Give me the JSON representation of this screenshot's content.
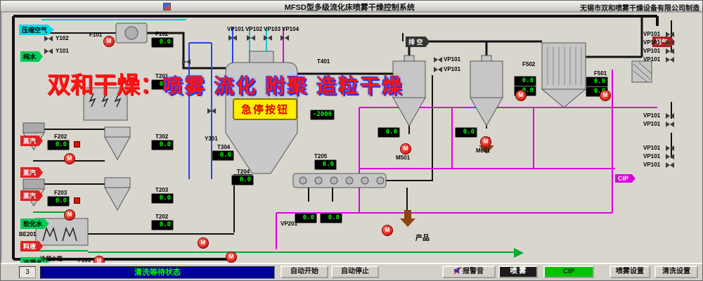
{
  "header": {
    "title": "MFSD型多级流化床喷雾干燥控制系统",
    "company": "无锡市双和喷雾干燥设备有限公司制造"
  },
  "watermark": {
    "prefix": "双和干燥：",
    "text": "喷雾 流化 附聚 造粒干燥"
  },
  "tags": {
    "compressed_air": "压缩空气",
    "pure_water": "纯水",
    "steam": "蒸汽",
    "soft_water": "软化水",
    "feed": "料液",
    "condensate": "冷凝水",
    "vent": "排 空",
    "tail_gas": "尾气",
    "cip": "CIP",
    "product": "产品",
    "estop": "急停按钮",
    "condensate_tank": "冷凝水箱"
  },
  "labels": {
    "y102": "Y102",
    "y101": "Y101",
    "f101": "F101",
    "f102": "F102",
    "t201": "T201",
    "f202": "F202",
    "f203": "F203",
    "t302": "T302",
    "y301": "Y301",
    "t304": "T304",
    "t204": "T204",
    "t203": "T203",
    "t202": "T202",
    "t401": "T401",
    "t205": "T205",
    "m501": "M501",
    "m601": "M601",
    "vp201": "VP201",
    "be201": "BE201",
    "f501": "F501",
    "f502": "F502",
    "vp101": "VP101",
    "vp102": "VP102",
    "vp103": "VP103",
    "vp104": "VP104"
  },
  "displays": {
    "f102": "0.0",
    "t201": "0.0",
    "f202": "0.0",
    "f203": "0.0",
    "t302": "0.0",
    "t203": "0.0",
    "t202": "0.0",
    "t304": "0.0",
    "t204": "0.0",
    "chamber": "-2000",
    "t205": "0.0",
    "bed1": "0.0",
    "bed2": "0.0",
    "f502a": "0.0",
    "f502b": "0.0",
    "f501a": "0.0",
    "f501b": "0.0",
    "cyc1": "0.0",
    "cyc2": "0.0"
  },
  "icons": {
    "pump": "M"
  },
  "statusbar": {
    "counter": "3",
    "status": "清洗等待状态",
    "auto_start": "自动开始",
    "auto_stop": "自动停止",
    "alarm": "报警音",
    "spray": "喷 雾",
    "cip": "CIP",
    "spray_set": "喷雾设置",
    "clean_set": "清洗设置"
  }
}
